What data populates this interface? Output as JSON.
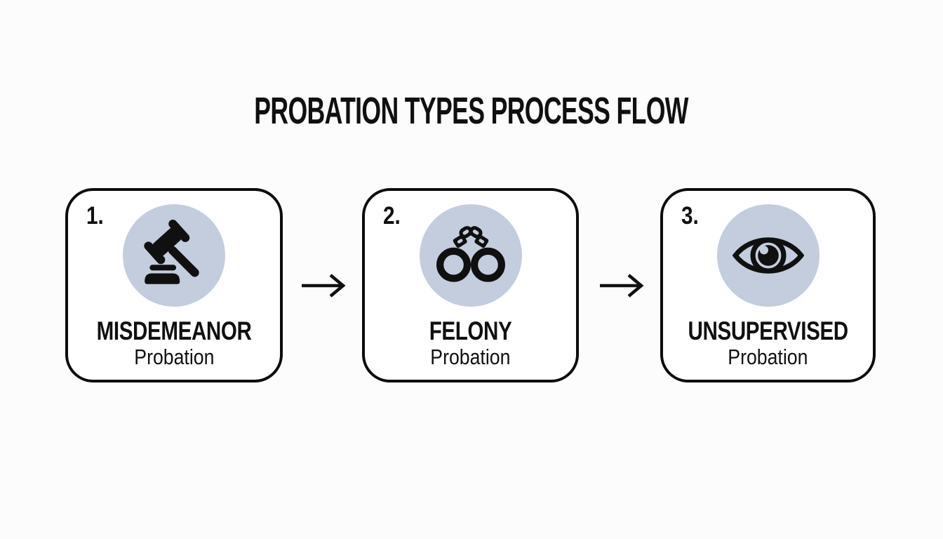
{
  "title": "PROBATION TYPES PROCESS FLOW",
  "steps": [
    {
      "number": "1.",
      "name": "MISDEMEANOR",
      "subtitle": "Probation",
      "icon": "gavel-icon"
    },
    {
      "number": "2.",
      "name": "FELONY",
      "subtitle": "Probation",
      "icon": "handcuffs-icon"
    },
    {
      "number": "3.",
      "name": "UNSUPERVISED",
      "subtitle": "Probation",
      "icon": "eye-icon"
    }
  ],
  "connectors": [
    {
      "icon": "arrow-right-icon"
    },
    {
      "icon": "arrow-right-icon"
    }
  ],
  "colors": {
    "background": "#fcfcfc",
    "box_border": "#0c0c0c",
    "box_fill": "#ffffff",
    "icon_circle_bg": "#c3cdde",
    "icon_color": "#101010",
    "text_color": "#101010"
  }
}
